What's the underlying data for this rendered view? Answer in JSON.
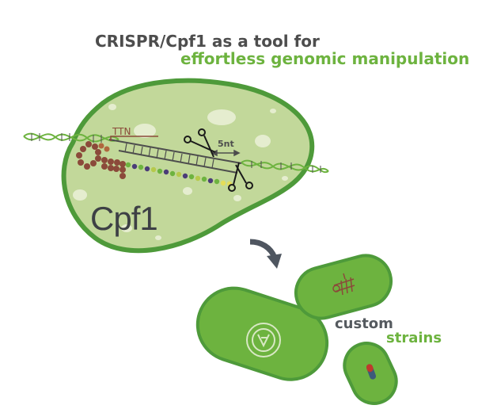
{
  "title": {
    "line1": "CRISPR/Cpf1 as a tool for",
    "line2": "effortless genomic manipulation"
  },
  "labels": {
    "target_gene": "TTN",
    "cut_offset": "5nt",
    "enzyme": "Cpf1",
    "custom": "custom",
    "strains": "strains"
  },
  "colors": {
    "title_dark": "#4d4d4d",
    "title_green": "#6db33f",
    "cell_fill": "#c2d89a",
    "cell_border": "#4e9a3a",
    "bacteria_fill": "#6db33f",
    "dna_green": "#6db33f",
    "rna_brown": "#8b4a3a",
    "arrow": "#4f5660"
  }
}
